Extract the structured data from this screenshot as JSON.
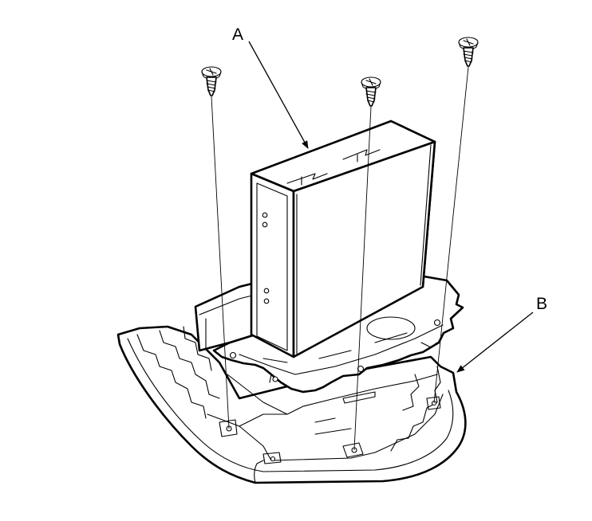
{
  "callouts": {
    "a": "A",
    "b": "B"
  },
  "parts": {
    "screws_count": 3
  }
}
